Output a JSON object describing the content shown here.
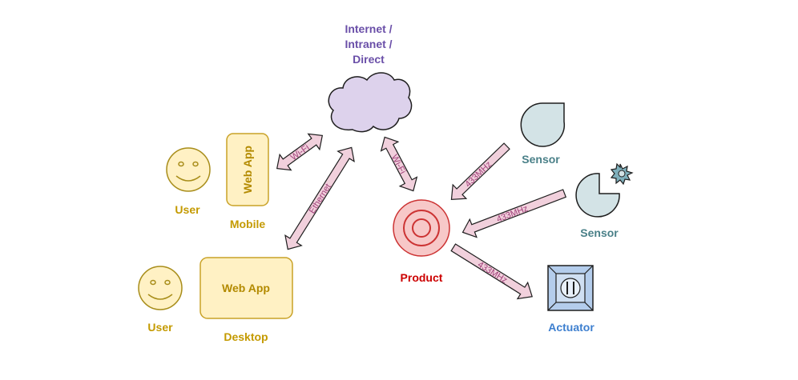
{
  "labels": {
    "network_line1": "Internet /",
    "network_line2": "Intranet /",
    "network_line3": "Direct",
    "user_mobile": "User",
    "mobile": "Mobile",
    "user_desktop": "User",
    "desktop": "Desktop",
    "product": "Product",
    "sensor1": "Sensor",
    "sensor2": "Sensor",
    "actuator": "Actuator"
  },
  "apps": {
    "mobile_app": "Web App",
    "desktop_app": "Web App"
  },
  "links": {
    "mobile_cloud": "Wi-Fi",
    "desktop_cloud": "Ethernet",
    "cloud_product": "Wi-Fi",
    "sensor1_product": "433MHz",
    "sensor2_product": "433MHz",
    "product_actuator": "433MHz"
  },
  "colors": {
    "cloud": "#ddd2ec",
    "app_fill": "#fff1c4",
    "app_stroke": "#c9a227",
    "arrow_fill": "#f1d0dc",
    "product_fill": "#f7c8c8",
    "sensor_fill": "#d3e3e6",
    "actuator_fill": "#b4cdec"
  },
  "icons": [
    "smiley-face-icon",
    "cloud-icon",
    "target-icon",
    "teardrop-sensor-icon",
    "light-sensor-icon",
    "sun-icon",
    "actuator-button-icon"
  ]
}
